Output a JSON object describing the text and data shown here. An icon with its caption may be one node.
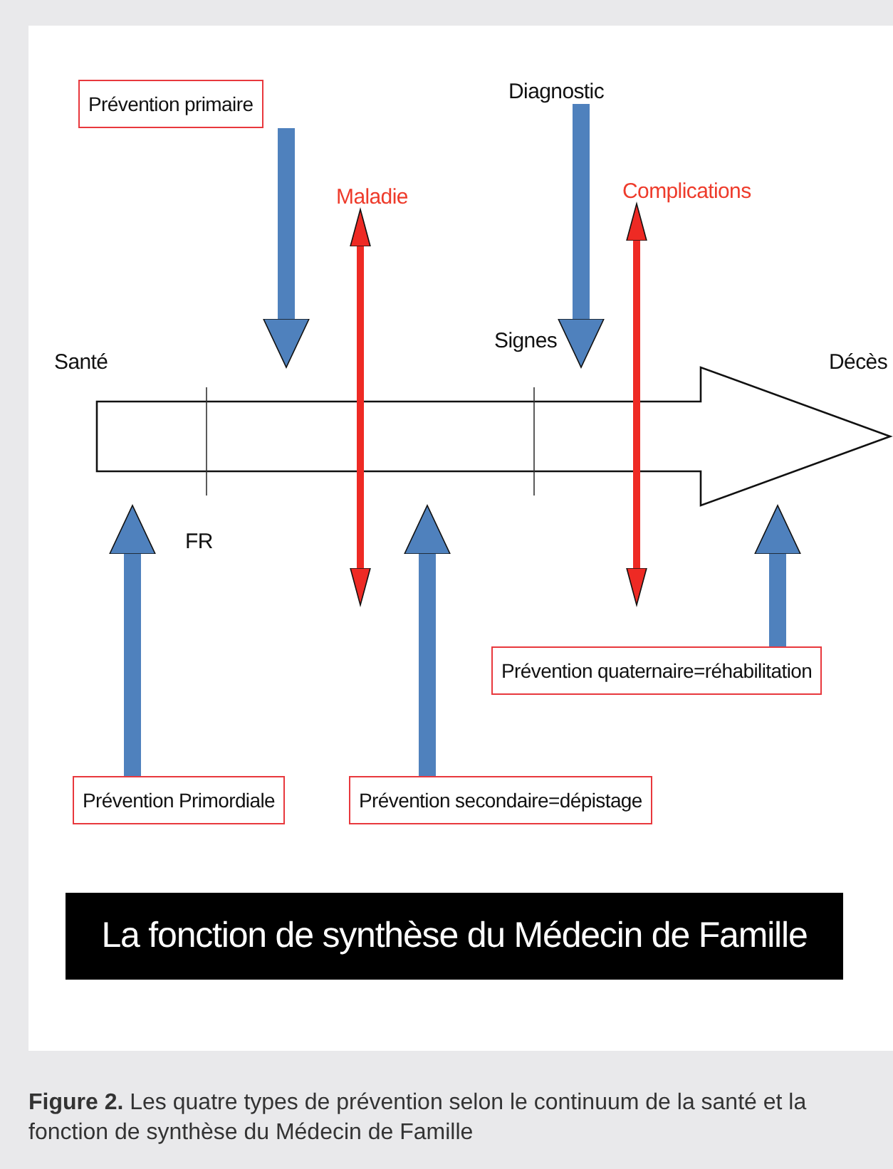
{
  "diagram": {
    "caption": "**Figure 2.** Les quatre types de prévention selon le continuum de la santé et la fonction de synthèse du Médecin de Famille",
    "nodes": [
      {
        "text": [
          "Prévention primaire"
        ]
      },
      {
        "text": [
          "Diagnostic"
        ]
      },
      {
        "text": [
          "Maladie"
        ]
      },
      {
        "text": [
          "Complications"
        ]
      },
      {
        "text": [
          "Santé"
        ]
      },
      {
        "text": [
          "Signes"
        ]
      },
      {
        "text": [
          "Décès"
        ]
      },
      {
        "text": [],
        "shape": "arrow"
      },
      {
        "text": [
          "FR"
        ]
      },
      {
        "text": [
          "Prévention quaternaire=réhabilitation"
        ]
      },
      {
        "text": [
          "Prévention Primordiale"
        ]
      },
      {
        "text": [
          "Prévention secondaire=dépistage"
        ]
      },
      {
        "text": [
          "La fonction de synthèse du Médecin de Famille"
        ]
      }
    ],
    "edges": [
      {
        "from": 0,
        "to": 7,
        "arrow": "to"
      },
      {
        "from": 1,
        "to": 7,
        "arrow": "to"
      },
      {
        "from": 2,
        "to": null,
        "arrow": "both",
        "color": "#ee2a24"
      },
      {
        "from": 3,
        "to": null,
        "arrow": "both",
        "color": "#ee2a24"
      },
      {
        "from": 10,
        "to": 7,
        "arrow": "to"
      },
      {
        "from": 11,
        "to": 7,
        "arrow": "to"
      },
      {
        "from": 9,
        "to": 7,
        "arrow": "to"
      }
    ]
  }
}
